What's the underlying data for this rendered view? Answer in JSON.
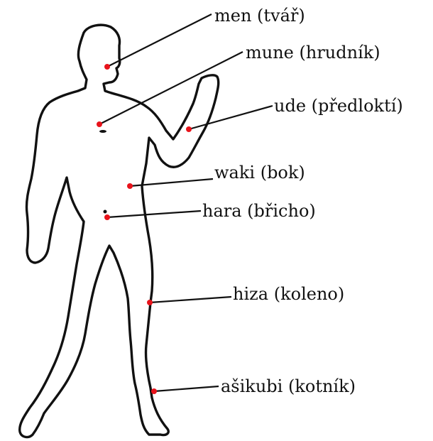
{
  "colors": {
    "outline": "#111111",
    "point": "#e8131b",
    "background": "#ffffff"
  },
  "labels": {
    "men": "men (tvář)",
    "mune": "mune (hrudník)",
    "ude": "ude (předloktí)",
    "waki": "waki (bok)",
    "hara": "hara (břicho)",
    "hiza": "hiza (koleno)",
    "asikubi": "ašikubi (kotník)"
  }
}
